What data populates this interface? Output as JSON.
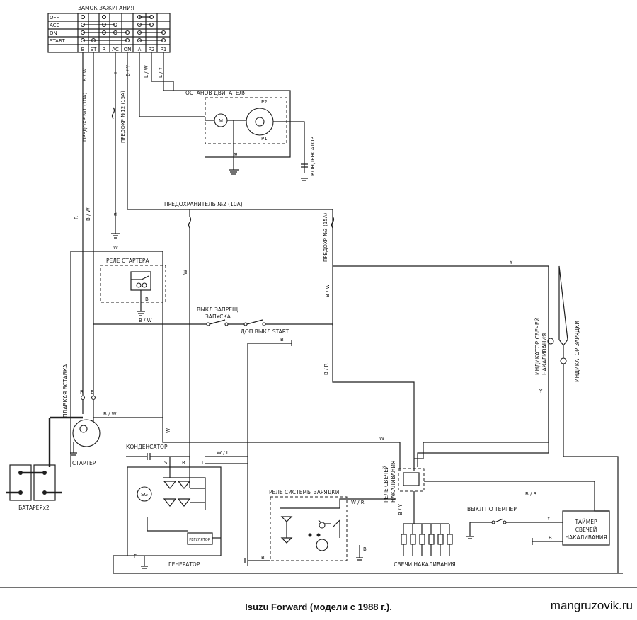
{
  "ignition_switch": {
    "title": "ЗАМОК ЗАЖИГАНИЯ",
    "rows": [
      "OFF",
      "ACC",
      "ON",
      "START"
    ],
    "terminals": [
      "B",
      "ST",
      "R",
      "AC",
      "ON",
      "A",
      "P2",
      "P1"
    ]
  },
  "wires": {
    "bw": "B / W",
    "ly": "L / Y",
    "by": "B / Y",
    "lw": "L / W",
    "l": "L",
    "w": "W",
    "r": "R",
    "b": "B",
    "y": "Y",
    "br": "B / R",
    "wr": "W / R",
    "wl": "W / L"
  },
  "fuses": {
    "f1": "ПРЕДОХР №1 (10A)",
    "f12": "ПРЕДОХР №12 (15A)",
    "f2": "ПРЕДОХРАНИТЕЛЬ №2 (10A)",
    "f3": "ПРЕДОХР №3 (15A)"
  },
  "components": {
    "engine_stop": "ОСТАНОВ ДВИГАТЕЛЯ",
    "condenser_v": "КОНДЕНСАТОР",
    "starter_relay": "РЕЛЕ СТАРТЕРА",
    "start_inhibit_1": "ВЫКЛ ЗАПРЕЩ",
    "start_inhibit_2": "ЗАПУСКА",
    "aux_start": "ДОП ВЫКЛ START",
    "fusible_link": "ПЛАВКАЯ ВСТАВКА",
    "starter": "СТАРТЕР",
    "battery": "БАТАРЕЯх2",
    "condenser_h": "КОНДЕНСАТОР",
    "generator": "ГЕНЕРАТОР",
    "regulator": "РЕГУЛЯТОР",
    "charge_relay": "РЕЛЕ СИСТЕМЫ ЗАРЯДКИ",
    "glow_relay_1": "РЕЛЕ СВЕЧЕЙ",
    "glow_relay_2": "НАКАЛИВАНИЯ",
    "glow_plugs": "СВЕЧИ НАКАЛИВАНИЯ",
    "glow_indicator_1": "ИНДИКАТОР СВЕЧЕЙ",
    "glow_indicator_2": "НАКАЛИВАНИЯ",
    "charge_indicator": "ИНДИКАТОР ЗАРЯДКИ",
    "temp_switch": "ВЫКЛ ПО ТЕМПЕР",
    "timer_1": "ТАЙМЕР",
    "timer_2": "СВЕЧЕЙ",
    "timer_3": "НАКАЛИВАНИЯ",
    "sg": "SG",
    "m": "M",
    "p2": "P2",
    "p1": "P1"
  },
  "terminals": {
    "s": "S",
    "r": "R",
    "l": "L",
    "f": "F",
    "e": "E"
  },
  "caption": "Isuzu Forward (модели с 1988 г.).",
  "watermark": "mangruzovik.ru"
}
